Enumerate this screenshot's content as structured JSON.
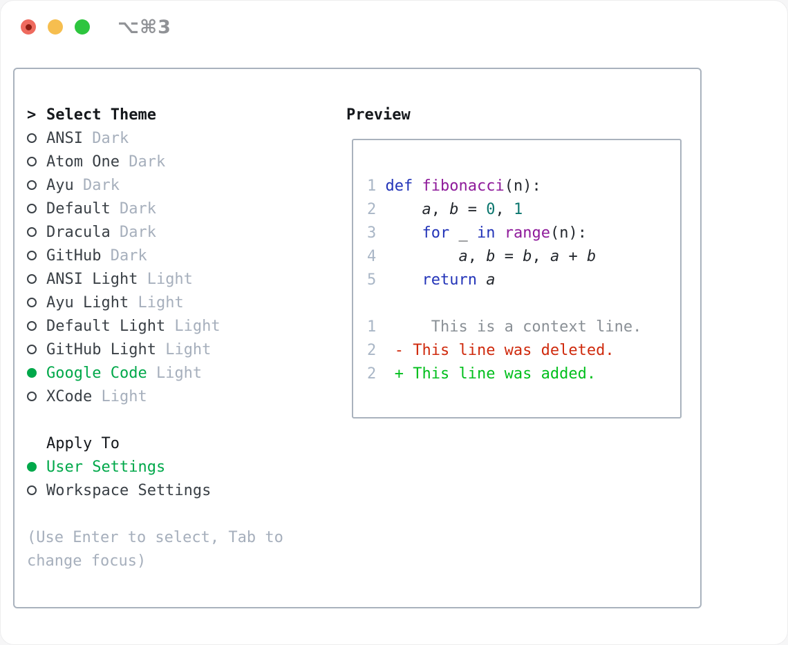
{
  "titlebar": {
    "title": "⌥⌘3"
  },
  "theme_selector": {
    "cursor": ">",
    "header": "Select Theme",
    "items": [
      {
        "name": "ANSI",
        "variant": "Dark",
        "selected": false
      },
      {
        "name": "Atom One",
        "variant": "Dark",
        "selected": false
      },
      {
        "name": "Ayu",
        "variant": "Dark",
        "selected": false
      },
      {
        "name": "Default",
        "variant": "Dark",
        "selected": false
      },
      {
        "name": "Dracula",
        "variant": "Dark",
        "selected": false
      },
      {
        "name": "GitHub",
        "variant": "Dark",
        "selected": false
      },
      {
        "name": "ANSI Light",
        "variant": "Light",
        "selected": false
      },
      {
        "name": "Ayu Light",
        "variant": "Light",
        "selected": false
      },
      {
        "name": "Default Light",
        "variant": "Light",
        "selected": false
      },
      {
        "name": "GitHub Light",
        "variant": "Light",
        "selected": false
      },
      {
        "name": "Google Code",
        "variant": "Light",
        "selected": true
      },
      {
        "name": "XCode",
        "variant": "Light",
        "selected": false
      }
    ]
  },
  "apply_to": {
    "header": "Apply To",
    "options": [
      {
        "label": "User Settings",
        "selected": true
      },
      {
        "label": "Workspace Settings",
        "selected": false
      }
    ]
  },
  "help_lines": [
    "(Use Enter to select, Tab to",
    "change focus)"
  ],
  "preview": {
    "header": "Preview",
    "code_lines": [
      [
        {
          "t": "1",
          "c": "ln"
        },
        {
          "t": " ",
          "c": "txt"
        },
        {
          "t": "def",
          "c": "kw"
        },
        {
          "t": " ",
          "c": "txt"
        },
        {
          "t": "fibonacci",
          "c": "fn"
        },
        {
          "t": "(n):",
          "c": "txt"
        }
      ],
      [
        {
          "t": "2",
          "c": "ln"
        },
        {
          "t": "     ",
          "c": "txt"
        },
        {
          "t": "a",
          "c": "var"
        },
        {
          "t": ", ",
          "c": "txt"
        },
        {
          "t": "b",
          "c": "var"
        },
        {
          "t": " = ",
          "c": "txt"
        },
        {
          "t": "0",
          "c": "num"
        },
        {
          "t": ", ",
          "c": "txt"
        },
        {
          "t": "1",
          "c": "num"
        }
      ],
      [
        {
          "t": "3",
          "c": "ln"
        },
        {
          "t": "     ",
          "c": "txt"
        },
        {
          "t": "for",
          "c": "kw"
        },
        {
          "t": " _ ",
          "c": "txt"
        },
        {
          "t": "in",
          "c": "kw"
        },
        {
          "t": " ",
          "c": "txt"
        },
        {
          "t": "range",
          "c": "fn"
        },
        {
          "t": "(n):",
          "c": "txt"
        }
      ],
      [
        {
          "t": "4",
          "c": "ln"
        },
        {
          "t": "         ",
          "c": "txt"
        },
        {
          "t": "a",
          "c": "var"
        },
        {
          "t": ", ",
          "c": "txt"
        },
        {
          "t": "b",
          "c": "var"
        },
        {
          "t": " = ",
          "c": "txt"
        },
        {
          "t": "b",
          "c": "var"
        },
        {
          "t": ", ",
          "c": "txt"
        },
        {
          "t": "a",
          "c": "var"
        },
        {
          "t": " + ",
          "c": "txt"
        },
        {
          "t": "b",
          "c": "var"
        }
      ],
      [
        {
          "t": "5",
          "c": "ln"
        },
        {
          "t": "     ",
          "c": "txt"
        },
        {
          "t": "return",
          "c": "kw"
        },
        {
          "t": " ",
          "c": "txt"
        },
        {
          "t": "a",
          "c": "var"
        }
      ]
    ],
    "diff_lines": [
      [
        {
          "t": "1",
          "c": "ln"
        },
        {
          "t": "      This is a context line.",
          "c": "ctx"
        }
      ],
      [
        {
          "t": "2",
          "c": "ln"
        },
        {
          "t": "  - This line was deleted.",
          "c": "del"
        }
      ],
      [
        {
          "t": "2",
          "c": "ln"
        },
        {
          "t": "  + This line was added.",
          "c": "add"
        }
      ]
    ]
  },
  "colors": {
    "accent": "#00a84a",
    "border": "#a9b2bd",
    "header_text": "#15181c",
    "dark_text": "#3a4046",
    "muted": "#a6afbc",
    "titlebar_text": "#909296",
    "line_number": "#a9b6c6",
    "code_text": "#24282e",
    "keyword": "#2334b8",
    "function": "#8e1a9a",
    "number_literal": "#0b766e",
    "diff_context": "#8a9096",
    "diff_removed": "#cf2a0d",
    "diff_added": "#00bf1c",
    "tl_red": "#ee6a5e",
    "tl_red_dot": "#8c1d12",
    "tl_yellow": "#f6be4f",
    "tl_green": "#2dc53e"
  }
}
